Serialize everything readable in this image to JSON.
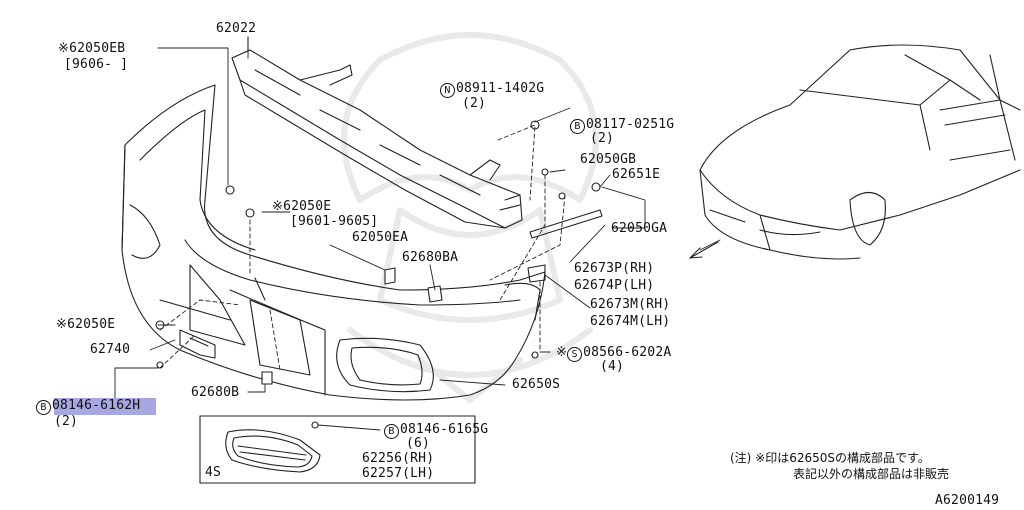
{
  "parts": {
    "p62022": "62022",
    "p62050EB": "※62050EB",
    "p62050EB_range": "[9606-     ]",
    "p08911": "08911-1402G",
    "p08911_qty": "(2)",
    "p08911_mark": "N",
    "p08117": "08117-0251G",
    "p08117_qty": "(2)",
    "p08117_mark": "B",
    "p62050GB": "62050GB",
    "p62651E": "62651E",
    "p62050E_top": "※62050E",
    "p62050E_top_range": "[9601-9605]",
    "p62050EA": "62050EA",
    "p62680BA": "62680BA",
    "p62050GA": "62050GA",
    "p62673P": "62673P(RH)",
    "p62674P": "62674P(LH)",
    "p62673M": "62673M(RH)",
    "p62674M": "62674M(LH)",
    "p62050E_left": "※62050E",
    "p62740": "62740",
    "p08566": "08566-6202A",
    "p08566_prefix": "※",
    "p08566_mark": "S",
    "p08566_qty": "(4)",
    "p62650S": "62650S",
    "p62680B": "62680B",
    "p08146_6162H": "08146-6162H",
    "p08146_6162H_mark": "B",
    "p08146_6162H_qty": "(2)",
    "p08146_6165G": "08146-6165G",
    "p08146_6165G_mark": "B",
    "p08146_6165G_qty": "(6)",
    "p62256": "62256(RH)",
    "p62257": "62257(LH)",
    "box_label": "4S"
  },
  "note": {
    "line1": "(注) ※印は62650Sの構成部品です。",
    "line2": "表記以外の構成部品は非販売"
  },
  "diagram_id": "A6200149",
  "highlight_color": "#9d9de0"
}
